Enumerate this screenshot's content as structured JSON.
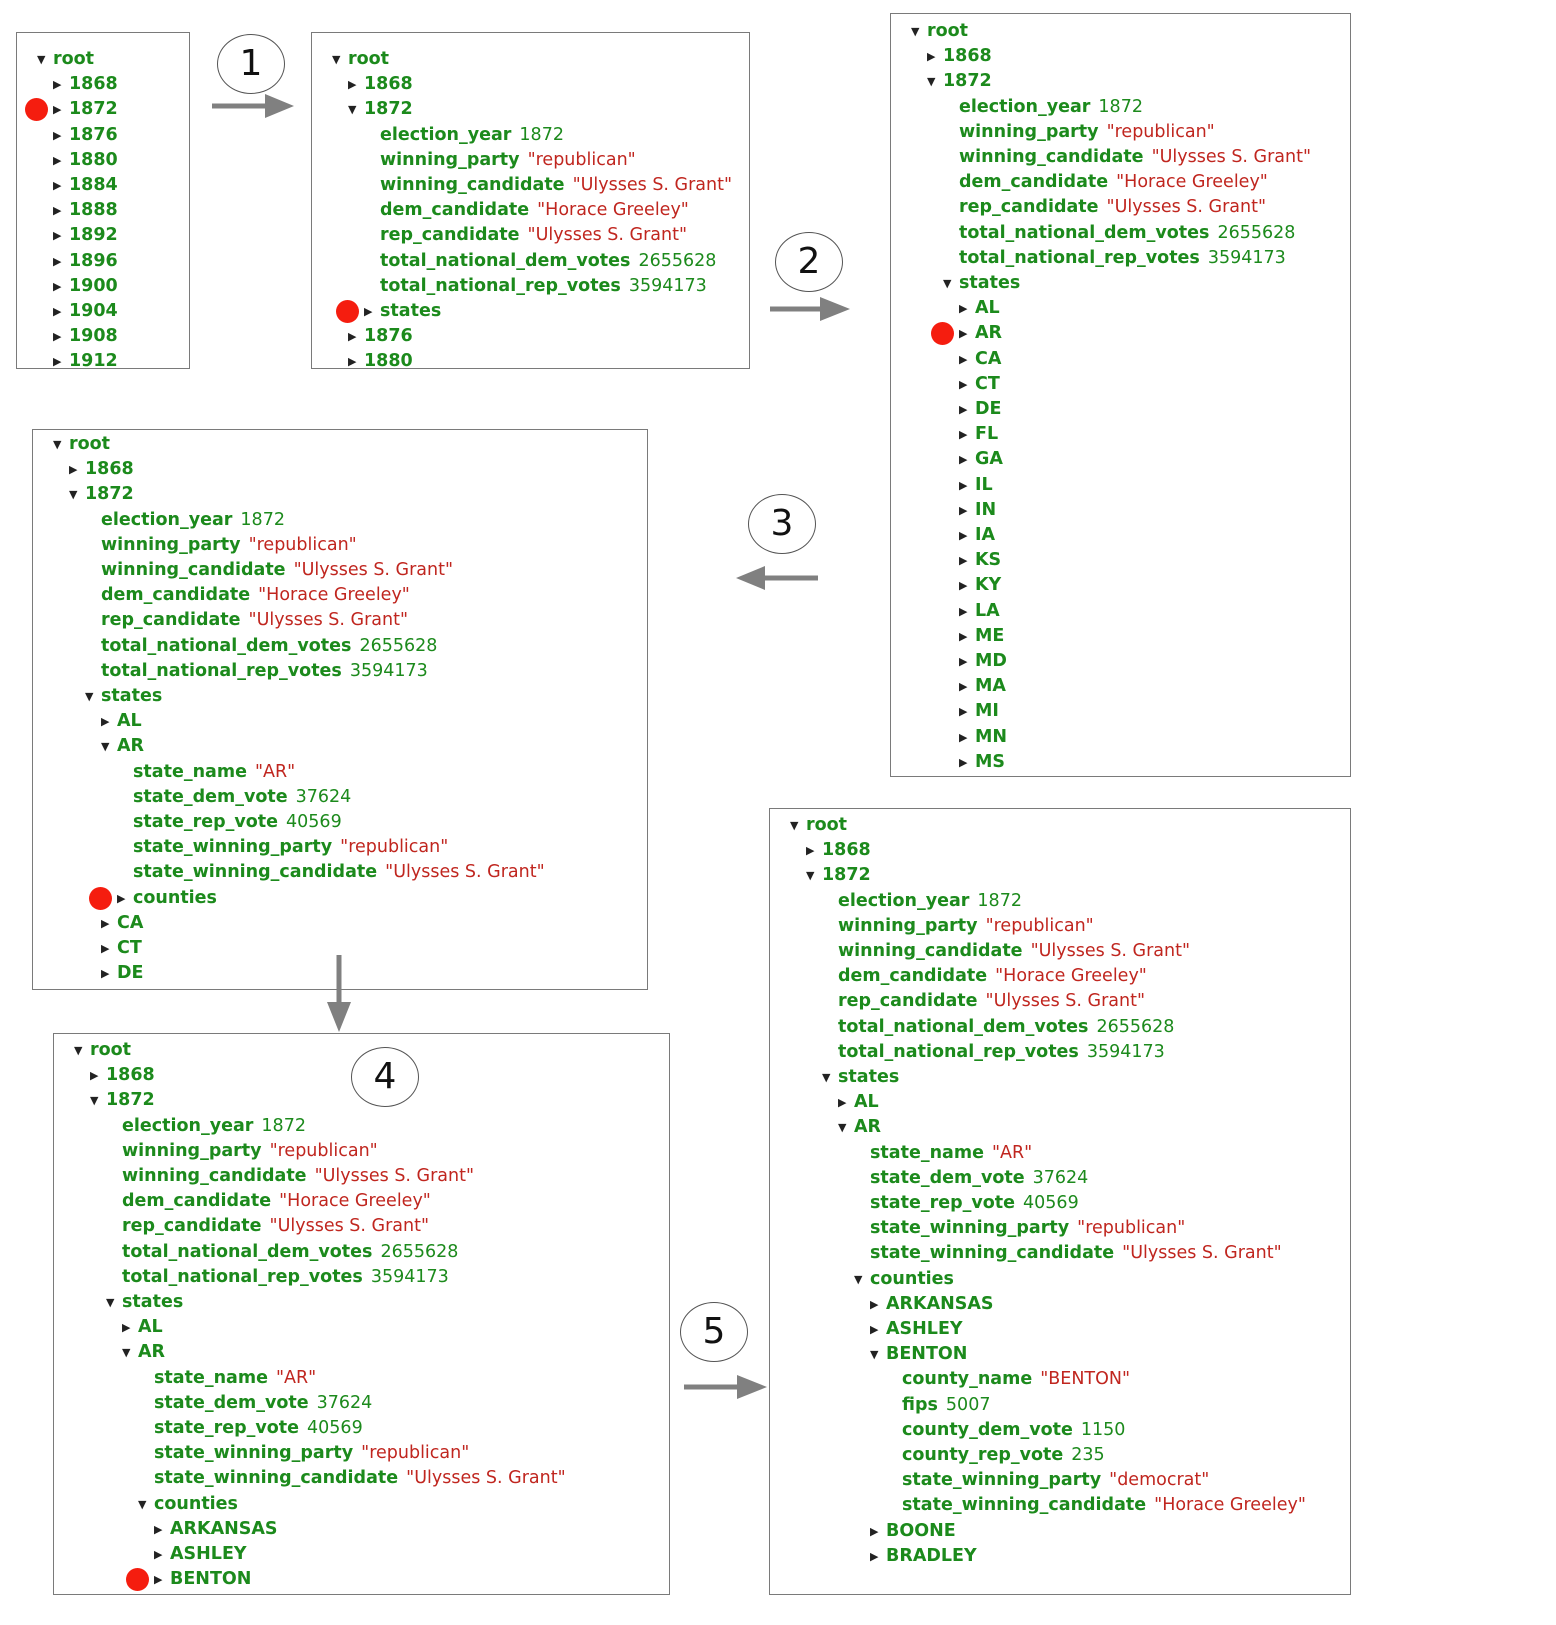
{
  "colors": {
    "key": "#1c8a1c",
    "string": "#c0261f",
    "number": "#1c8a1c",
    "marker": "#f51d0f",
    "arrow": "#808080"
  },
  "steps": [
    "1",
    "2",
    "3",
    "4",
    "5"
  ],
  "panels": [
    {
      "rows": [
        {
          "d": 0,
          "t": "open",
          "k": "root"
        },
        {
          "d": 1,
          "t": "closed",
          "k": "1868"
        },
        {
          "d": 1,
          "t": "closed",
          "k": "1872",
          "m": true
        },
        {
          "d": 1,
          "t": "closed",
          "k": "1876"
        },
        {
          "d": 1,
          "t": "closed",
          "k": "1880"
        },
        {
          "d": 1,
          "t": "closed",
          "k": "1884"
        },
        {
          "d": 1,
          "t": "closed",
          "k": "1888"
        },
        {
          "d": 1,
          "t": "closed",
          "k": "1892"
        },
        {
          "d": 1,
          "t": "closed",
          "k": "1896"
        },
        {
          "d": 1,
          "t": "closed",
          "k": "1900"
        },
        {
          "d": 1,
          "t": "closed",
          "k": "1904"
        },
        {
          "d": 1,
          "t": "closed",
          "k": "1908"
        },
        {
          "d": 1,
          "t": "closed",
          "k": "1912"
        }
      ]
    },
    {
      "rows": [
        {
          "d": 0,
          "t": "open",
          "k": "root"
        },
        {
          "d": 1,
          "t": "closed",
          "k": "1868"
        },
        {
          "d": 1,
          "t": "open",
          "k": "1872"
        },
        {
          "d": 2,
          "k": "election_year",
          "v": "1872",
          "vt": "num"
        },
        {
          "d": 2,
          "k": "winning_party",
          "v": "\"republican\"",
          "vt": "str"
        },
        {
          "d": 2,
          "k": "winning_candidate",
          "v": "\"Ulysses S. Grant\"",
          "vt": "str"
        },
        {
          "d": 2,
          "k": "dem_candidate",
          "v": "\"Horace Greeley\"",
          "vt": "str"
        },
        {
          "d": 2,
          "k": "rep_candidate",
          "v": "\"Ulysses S. Grant\"",
          "vt": "str"
        },
        {
          "d": 2,
          "k": "total_national_dem_votes",
          "v": "2655628",
          "vt": "num"
        },
        {
          "d": 2,
          "k": "total_national_rep_votes",
          "v": "3594173",
          "vt": "num"
        },
        {
          "d": 2,
          "t": "closed",
          "k": "states",
          "m": true
        },
        {
          "d": 1,
          "t": "closed",
          "k": "1876"
        },
        {
          "d": 1,
          "t": "closed",
          "k": "1880"
        }
      ]
    },
    {
      "rows": [
        {
          "d": 0,
          "t": "open",
          "k": "root"
        },
        {
          "d": 1,
          "t": "closed",
          "k": "1868"
        },
        {
          "d": 1,
          "t": "open",
          "k": "1872"
        },
        {
          "d": 2,
          "k": "election_year",
          "v": "1872",
          "vt": "num"
        },
        {
          "d": 2,
          "k": "winning_party",
          "v": "\"republican\"",
          "vt": "str"
        },
        {
          "d": 2,
          "k": "winning_candidate",
          "v": "\"Ulysses S. Grant\"",
          "vt": "str"
        },
        {
          "d": 2,
          "k": "dem_candidate",
          "v": "\"Horace Greeley\"",
          "vt": "str"
        },
        {
          "d": 2,
          "k": "rep_candidate",
          "v": "\"Ulysses S. Grant\"",
          "vt": "str"
        },
        {
          "d": 2,
          "k": "total_national_dem_votes",
          "v": "2655628",
          "vt": "num"
        },
        {
          "d": 2,
          "k": "total_national_rep_votes",
          "v": "3594173",
          "vt": "num"
        },
        {
          "d": 2,
          "t": "open",
          "k": "states"
        },
        {
          "d": 3,
          "t": "closed",
          "k": "AL"
        },
        {
          "d": 3,
          "t": "closed",
          "k": "AR",
          "m": true
        },
        {
          "d": 3,
          "t": "closed",
          "k": "CA"
        },
        {
          "d": 3,
          "t": "closed",
          "k": "CT"
        },
        {
          "d": 3,
          "t": "closed",
          "k": "DE"
        },
        {
          "d": 3,
          "t": "closed",
          "k": "FL"
        },
        {
          "d": 3,
          "t": "closed",
          "k": "GA"
        },
        {
          "d": 3,
          "t": "closed",
          "k": "IL"
        },
        {
          "d": 3,
          "t": "closed",
          "k": "IN"
        },
        {
          "d": 3,
          "t": "closed",
          "k": "IA"
        },
        {
          "d": 3,
          "t": "closed",
          "k": "KS"
        },
        {
          "d": 3,
          "t": "closed",
          "k": "KY"
        },
        {
          "d": 3,
          "t": "closed",
          "k": "LA"
        },
        {
          "d": 3,
          "t": "closed",
          "k": "ME"
        },
        {
          "d": 3,
          "t": "closed",
          "k": "MD"
        },
        {
          "d": 3,
          "t": "closed",
          "k": "MA"
        },
        {
          "d": 3,
          "t": "closed",
          "k": "MI"
        },
        {
          "d": 3,
          "t": "closed",
          "k": "MN"
        },
        {
          "d": 3,
          "t": "closed",
          "k": "MS"
        }
      ]
    },
    {
      "rows": [
        {
          "d": 0,
          "t": "open",
          "k": "root"
        },
        {
          "d": 1,
          "t": "closed",
          "k": "1868"
        },
        {
          "d": 1,
          "t": "open",
          "k": "1872"
        },
        {
          "d": 2,
          "k": "election_year",
          "v": "1872",
          "vt": "num"
        },
        {
          "d": 2,
          "k": "winning_party",
          "v": "\"republican\"",
          "vt": "str"
        },
        {
          "d": 2,
          "k": "winning_candidate",
          "v": "\"Ulysses S. Grant\"",
          "vt": "str"
        },
        {
          "d": 2,
          "k": "dem_candidate",
          "v": "\"Horace Greeley\"",
          "vt": "str"
        },
        {
          "d": 2,
          "k": "rep_candidate",
          "v": "\"Ulysses S. Grant\"",
          "vt": "str"
        },
        {
          "d": 2,
          "k": "total_national_dem_votes",
          "v": "2655628",
          "vt": "num"
        },
        {
          "d": 2,
          "k": "total_national_rep_votes",
          "v": "3594173",
          "vt": "num"
        },
        {
          "d": 2,
          "t": "open",
          "k": "states"
        },
        {
          "d": 3,
          "t": "closed",
          "k": "AL"
        },
        {
          "d": 3,
          "t": "open",
          "k": "AR"
        },
        {
          "d": 4,
          "k": "state_name",
          "v": "\"AR\"",
          "vt": "str"
        },
        {
          "d": 4,
          "k": "state_dem_vote",
          "v": "37624",
          "vt": "num"
        },
        {
          "d": 4,
          "k": "state_rep_vote",
          "v": "40569",
          "vt": "num"
        },
        {
          "d": 4,
          "k": "state_winning_party",
          "v": "\"republican\"",
          "vt": "str"
        },
        {
          "d": 4,
          "k": "state_winning_candidate",
          "v": "\"Ulysses S. Grant\"",
          "vt": "str"
        },
        {
          "d": 4,
          "t": "closed",
          "k": "counties",
          "m": true
        },
        {
          "d": 3,
          "t": "closed",
          "k": "CA"
        },
        {
          "d": 3,
          "t": "closed",
          "k": "CT"
        },
        {
          "d": 3,
          "t": "closed",
          "k": "DE"
        }
      ]
    },
    {
      "rows": [
        {
          "d": 0,
          "t": "open",
          "k": "root"
        },
        {
          "d": 1,
          "t": "closed",
          "k": "1868"
        },
        {
          "d": 1,
          "t": "open",
          "k": "1872"
        },
        {
          "d": 2,
          "k": "election_year",
          "v": "1872",
          "vt": "num"
        },
        {
          "d": 2,
          "k": "winning_party",
          "v": "\"republican\"",
          "vt": "str"
        },
        {
          "d": 2,
          "k": "winning_candidate",
          "v": "\"Ulysses S. Grant\"",
          "vt": "str"
        },
        {
          "d": 2,
          "k": "dem_candidate",
          "v": "\"Horace Greeley\"",
          "vt": "str"
        },
        {
          "d": 2,
          "k": "rep_candidate",
          "v": "\"Ulysses S. Grant\"",
          "vt": "str"
        },
        {
          "d": 2,
          "k": "total_national_dem_votes",
          "v": "2655628",
          "vt": "num"
        },
        {
          "d": 2,
          "k": "total_national_rep_votes",
          "v": "3594173",
          "vt": "num"
        },
        {
          "d": 2,
          "t": "open",
          "k": "states"
        },
        {
          "d": 3,
          "t": "closed",
          "k": "AL"
        },
        {
          "d": 3,
          "t": "open",
          "k": "AR"
        },
        {
          "d": 4,
          "k": "state_name",
          "v": "\"AR\"",
          "vt": "str"
        },
        {
          "d": 4,
          "k": "state_dem_vote",
          "v": "37624",
          "vt": "num"
        },
        {
          "d": 4,
          "k": "state_rep_vote",
          "v": "40569",
          "vt": "num"
        },
        {
          "d": 4,
          "k": "state_winning_party",
          "v": "\"republican\"",
          "vt": "str"
        },
        {
          "d": 4,
          "k": "state_winning_candidate",
          "v": "\"Ulysses S. Grant\"",
          "vt": "str"
        },
        {
          "d": 4,
          "t": "open",
          "k": "counties"
        },
        {
          "d": 5,
          "t": "closed",
          "k": "ARKANSAS"
        },
        {
          "d": 5,
          "t": "closed",
          "k": "ASHLEY"
        },
        {
          "d": 5,
          "t": "closed",
          "k": "BENTON",
          "m": true
        }
      ]
    },
    {
      "rows": [
        {
          "d": 0,
          "t": "open",
          "k": "root"
        },
        {
          "d": 1,
          "t": "closed",
          "k": "1868"
        },
        {
          "d": 1,
          "t": "open",
          "k": "1872"
        },
        {
          "d": 2,
          "k": "election_year",
          "v": "1872",
          "vt": "num"
        },
        {
          "d": 2,
          "k": "winning_party",
          "v": "\"republican\"",
          "vt": "str"
        },
        {
          "d": 2,
          "k": "winning_candidate",
          "v": "\"Ulysses S. Grant\"",
          "vt": "str"
        },
        {
          "d": 2,
          "k": "dem_candidate",
          "v": "\"Horace Greeley\"",
          "vt": "str"
        },
        {
          "d": 2,
          "k": "rep_candidate",
          "v": "\"Ulysses S. Grant\"",
          "vt": "str"
        },
        {
          "d": 2,
          "k": "total_national_dem_votes",
          "v": "2655628",
          "vt": "num"
        },
        {
          "d": 2,
          "k": "total_national_rep_votes",
          "v": "3594173",
          "vt": "num"
        },
        {
          "d": 2,
          "t": "open",
          "k": "states"
        },
        {
          "d": 3,
          "t": "closed",
          "k": "AL"
        },
        {
          "d": 3,
          "t": "open",
          "k": "AR"
        },
        {
          "d": 4,
          "k": "state_name",
          "v": "\"AR\"",
          "vt": "str"
        },
        {
          "d": 4,
          "k": "state_dem_vote",
          "v": "37624",
          "vt": "num"
        },
        {
          "d": 4,
          "k": "state_rep_vote",
          "v": "40569",
          "vt": "num"
        },
        {
          "d": 4,
          "k": "state_winning_party",
          "v": "\"republican\"",
          "vt": "str"
        },
        {
          "d": 4,
          "k": "state_winning_candidate",
          "v": "\"Ulysses S. Grant\"",
          "vt": "str"
        },
        {
          "d": 4,
          "t": "open",
          "k": "counties"
        },
        {
          "d": 5,
          "t": "closed",
          "k": "ARKANSAS"
        },
        {
          "d": 5,
          "t": "closed",
          "k": "ASHLEY"
        },
        {
          "d": 5,
          "t": "open",
          "k": "BENTON"
        },
        {
          "d": 6,
          "k": "county_name",
          "v": "\"BENTON\"",
          "vt": "str"
        },
        {
          "d": 6,
          "k": "fips",
          "v": "5007",
          "vt": "num"
        },
        {
          "d": 6,
          "k": "county_dem_vote",
          "v": "1150",
          "vt": "num"
        },
        {
          "d": 6,
          "k": "county_rep_vote",
          "v": "235",
          "vt": "num"
        },
        {
          "d": 6,
          "k": "state_winning_party",
          "v": "\"democrat\"",
          "vt": "str"
        },
        {
          "d": 6,
          "k": "state_winning_candidate",
          "v": "\"Horace Greeley\"",
          "vt": "str"
        },
        {
          "d": 5,
          "t": "closed",
          "k": "BOONE"
        },
        {
          "d": 5,
          "t": "closed",
          "k": "BRADLEY"
        }
      ]
    }
  ]
}
